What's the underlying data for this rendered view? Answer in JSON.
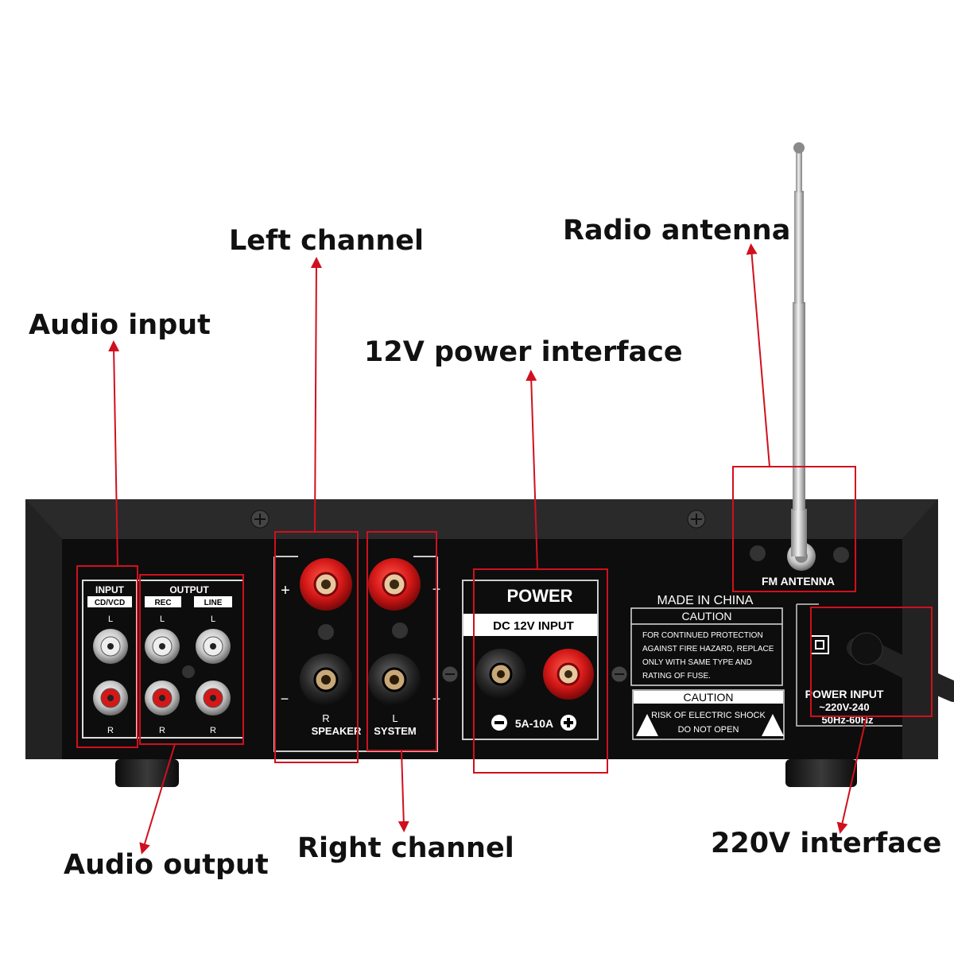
{
  "callouts": {
    "audio_input": "Audio input",
    "left_channel": "Left channel",
    "power_12v": "12V power interface",
    "radio_antenna": "Radio antenna",
    "audio_output": "Audio output",
    "right_channel": "Right channel",
    "power_220v": "220V interface"
  },
  "panel": {
    "input": "INPUT",
    "cd_vcd": "CD/VCD",
    "output": "OUTPUT",
    "rec": "REC",
    "line": "LINE",
    "l": "L",
    "r": "R",
    "plus": "+",
    "minus": "−",
    "speaker": "SPEAKER",
    "system": "SYSTEM",
    "power": "POWER",
    "dc_input": "DC 12V INPUT",
    "fuse": "5A-10A",
    "made_in": "MADE IN CHINA",
    "caution": "CAUTION",
    "caution_lines": [
      "FOR CONTINUED PROTECTION",
      "AGAINST FIRE HAZARD, REPLACE",
      "ONLY WITH SAME TYPE AND",
      "RATING OF FUSE."
    ],
    "shock_1": "RISK OF ELECTRIC SHOCK",
    "shock_2": "DO NOT OPEN",
    "fm_antenna": "FM  ANTENNA",
    "power_input": "POWER INPUT",
    "voltage": "~220V-240",
    "freq": "50Hz-60Hz"
  },
  "colors": {
    "annotation": "#d0101e",
    "chassis": "#1a1a1a",
    "panel_face": "#0d0d0d",
    "terminal_red": "#d41818",
    "terminal_black": "#2a2a2a"
  }
}
